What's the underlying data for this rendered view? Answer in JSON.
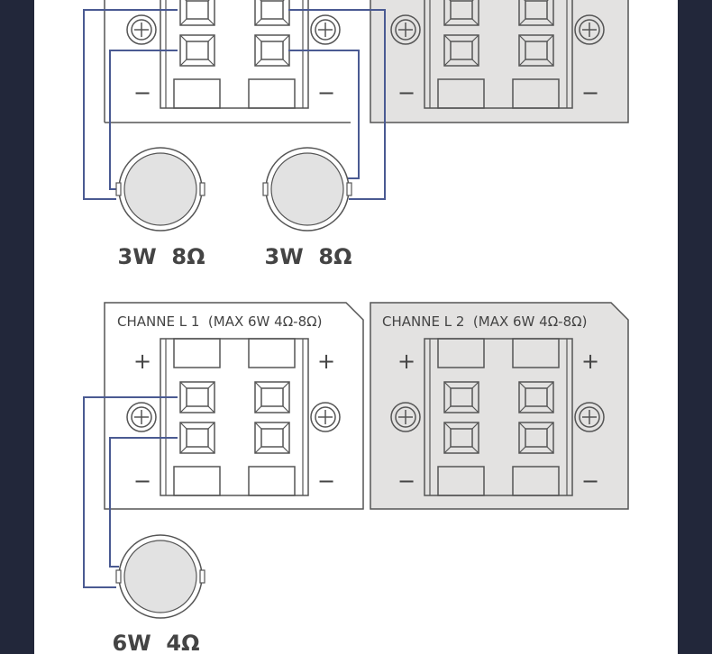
{
  "colors": {
    "page_background": "#22273a",
    "panel_background": "#ffffff",
    "channel2_fill": "#e3e2e1",
    "line": "#555555",
    "wire": "#4a5a92",
    "speaker_fill": "#e2e2e2",
    "label_text": "#444444"
  },
  "top_section": {
    "speakers": [
      {
        "label": "3W  8Ω"
      },
      {
        "label": "3W  8Ω"
      }
    ]
  },
  "bottom_section": {
    "channel1": {
      "title": "CHANNE L 1  (MAX 6W 4Ω-8Ω)",
      "plus": "+",
      "minus": "−"
    },
    "channel2": {
      "title": "CHANNE L 2  (MAX 6W 4Ω-8Ω)",
      "plus": "+",
      "minus": "−"
    },
    "speakers": [
      {
        "label": "6W  4Ω"
      }
    ]
  },
  "top_signs": {
    "minus": "−"
  }
}
